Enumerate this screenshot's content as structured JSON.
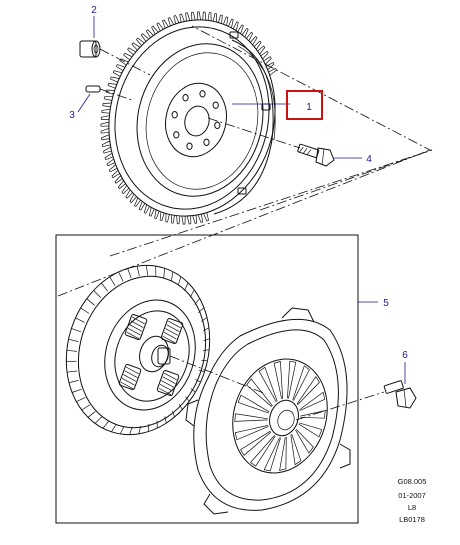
{
  "callouts": {
    "c1": "1",
    "c2": "2",
    "c3": "3",
    "c4": "4",
    "c5": "5",
    "c6": "6"
  },
  "reference": {
    "line1": "G08.005",
    "line2": "01-2007",
    "line3": "L8",
    "line4": "LB0178"
  },
  "colors": {
    "callout_text": "#1a1a9a",
    "highlight_box": "#cc1111",
    "line_art": "#111111"
  },
  "highlighted_callout": "1"
}
